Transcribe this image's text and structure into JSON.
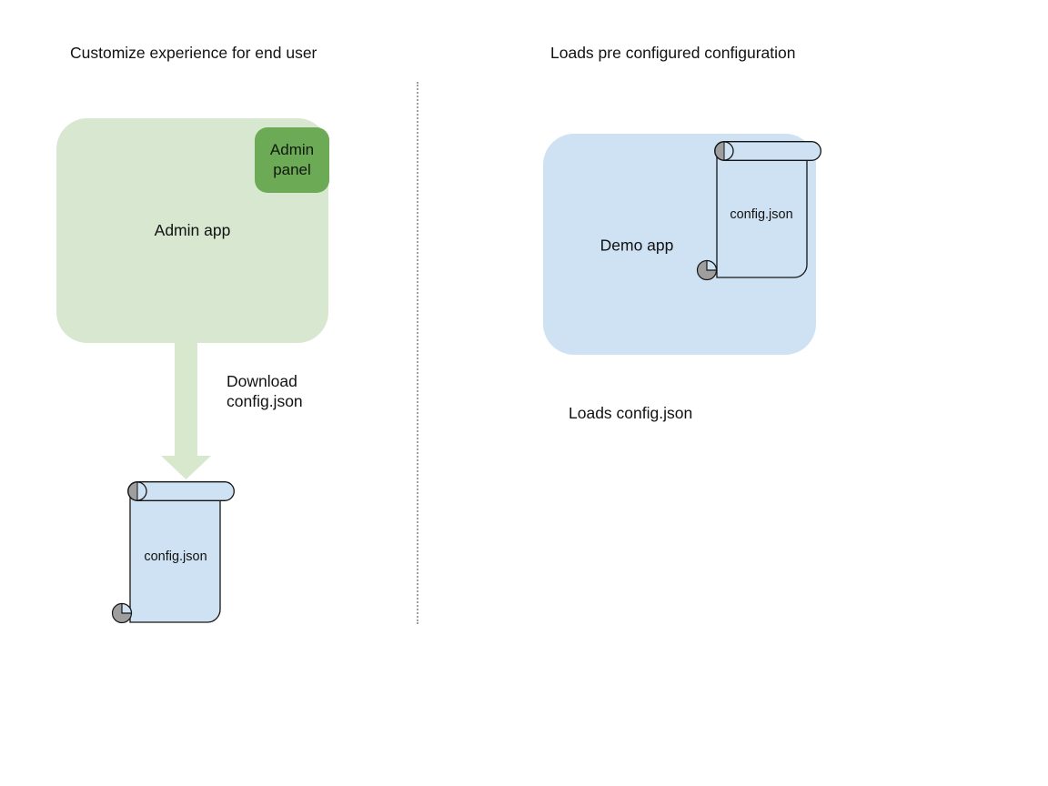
{
  "colors": {
    "admin_box_bg": "#d8e8d0",
    "admin_panel_bg": "#6caa55",
    "arrow_green": "#d7e8cd",
    "blue_fill": "#cfe2f3",
    "curl_gray": "#9e9e9e",
    "divider_gray": "#9f9f9f"
  },
  "left": {
    "title": "Customize experience for end user",
    "admin_app_label": "Admin app",
    "admin_panel_label": "Admin panel",
    "arrow_label": "Download config.json",
    "file_label": "config.json"
  },
  "right": {
    "title": "Loads pre configured configuration",
    "demo_app_label": "Demo app",
    "file_label": "config.json",
    "caption": "Loads config.json"
  }
}
